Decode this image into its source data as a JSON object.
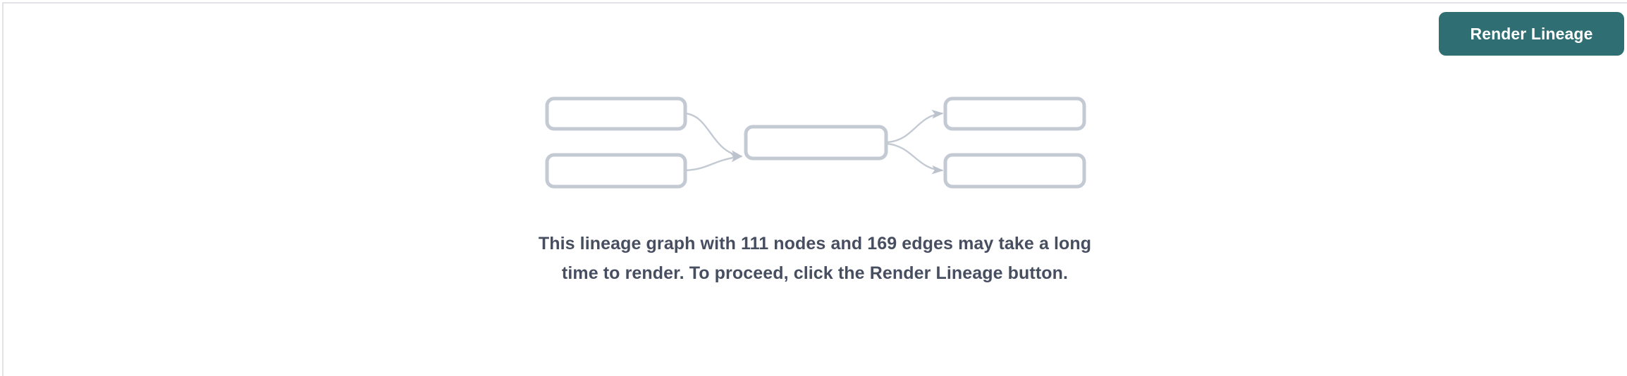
{
  "page": {
    "background_color": "#ffffff",
    "border_color": "#e2e3e6"
  },
  "toolbar": {
    "render_lineage_label": "Render Lineage",
    "button_color": "#2f6e72",
    "button_text_color": "#ffffff"
  },
  "placeholder_graph": {
    "node_border_color": "#c4cad3",
    "node_fill_color": "#ffffff",
    "edge_color": "#c4cad3",
    "nodes": [
      {
        "id": "left-top",
        "label": ""
      },
      {
        "id": "left-bottom",
        "label": ""
      },
      {
        "id": "center",
        "label": ""
      },
      {
        "id": "right-top",
        "label": ""
      },
      {
        "id": "right-bottom",
        "label": ""
      }
    ],
    "edges": [
      {
        "from": "left-top",
        "to": "center"
      },
      {
        "from": "left-bottom",
        "to": "center"
      },
      {
        "from": "center",
        "to": "right-top"
      },
      {
        "from": "center",
        "to": "right-bottom"
      }
    ]
  },
  "message": {
    "text": "This lineage graph with 111 nodes and 169 edges may take a long time to render. To proceed, click the Render Lineage button.",
    "node_count": 111,
    "edge_count": 169,
    "text_color": "#464e60"
  }
}
